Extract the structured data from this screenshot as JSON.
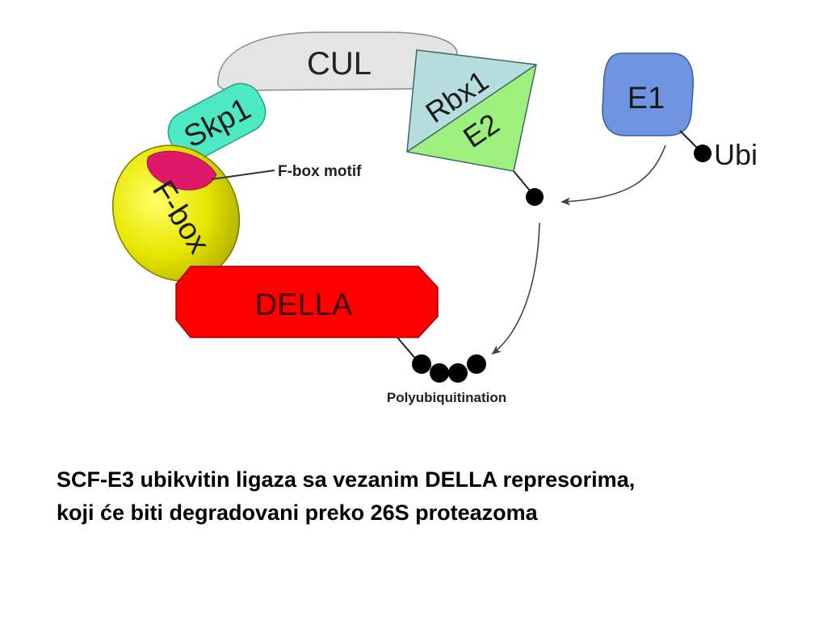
{
  "diagram": {
    "components": {
      "cul": {
        "label": "CUL",
        "color": "#e4e4e4"
      },
      "skp1": {
        "label": "Skp1",
        "color": "#4de8c4"
      },
      "fbox": {
        "label": "F-box",
        "color": "#e6e600"
      },
      "fbox_motif": {
        "label": "F-box motif",
        "color": "#e0186a"
      },
      "rbx1": {
        "label": "Rbx1",
        "color": "#b6dede"
      },
      "e2": {
        "label": "E2",
        "color": "#9ef07e"
      },
      "e1": {
        "label": "E1",
        "color": "#6f95e0"
      },
      "ubi": {
        "label": "Ubi",
        "color": "#000000"
      },
      "della": {
        "label": "DELLA",
        "color": "#ff0000"
      },
      "polyubiquitination": {
        "label": "Polyubiquitination",
        "color": "#000000"
      }
    }
  },
  "caption": {
    "line1": "SCF-E3 ubikvitin ligaza sa vezanim DELLA represorima,",
    "line2": "koji će biti degradovani preko 26S proteazoma"
  }
}
